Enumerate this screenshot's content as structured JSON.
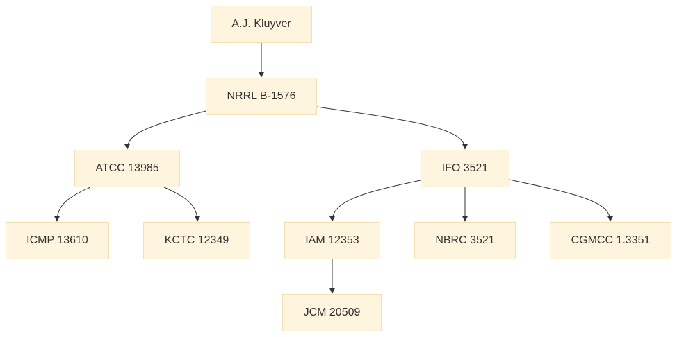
{
  "diagram": {
    "nodes": [
      {
        "id": "kluyver",
        "label": "A.J. Kluyver"
      },
      {
        "id": "nrrl",
        "label": "NRRL B-1576"
      },
      {
        "id": "atcc",
        "label": "ATCC 13985"
      },
      {
        "id": "ifo",
        "label": "IFO 3521"
      },
      {
        "id": "icmp",
        "label": "ICMP 13610"
      },
      {
        "id": "kctc",
        "label": "KCTC 12349"
      },
      {
        "id": "iam",
        "label": "IAM 12353"
      },
      {
        "id": "nbrc",
        "label": "NBRC 3521"
      },
      {
        "id": "cgmcc",
        "label": "CGMCC 1.3351"
      },
      {
        "id": "jcm",
        "label": "JCM 20509"
      }
    ],
    "edges": [
      {
        "from": "kluyver",
        "to": "nrrl"
      },
      {
        "from": "nrrl",
        "to": "atcc"
      },
      {
        "from": "nrrl",
        "to": "ifo"
      },
      {
        "from": "atcc",
        "to": "icmp"
      },
      {
        "from": "atcc",
        "to": "kctc"
      },
      {
        "from": "ifo",
        "to": "iam"
      },
      {
        "from": "ifo",
        "to": "nbrc"
      },
      {
        "from": "ifo",
        "to": "cgmcc"
      },
      {
        "from": "iam",
        "to": "jcm"
      }
    ]
  }
}
